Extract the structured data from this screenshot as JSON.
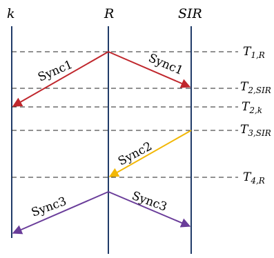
{
  "nodes": [
    {
      "id": "k",
      "label": "k"
    },
    {
      "id": "R",
      "label": "R"
    },
    {
      "id": "SIR",
      "label": "SIR"
    }
  ],
  "times": [
    {
      "id": "T1R",
      "base": "T",
      "sub": "1,R"
    },
    {
      "id": "T2SIR",
      "base": "T",
      "sub": "2,SIR"
    },
    {
      "id": "T2k",
      "base": "T",
      "sub": "2,k"
    },
    {
      "id": "T3SIR",
      "base": "T",
      "sub": "3,SIR"
    },
    {
      "id": "T4R",
      "base": "T",
      "sub": "4,R"
    }
  ],
  "messages": [
    {
      "id": "sync1-left",
      "label": "Sync1",
      "from": "R",
      "to": "k",
      "color": "#c0272d"
    },
    {
      "id": "sync1-right",
      "label": "Sync1",
      "from": "R",
      "to": "SIR",
      "color": "#c0272d"
    },
    {
      "id": "sync2",
      "label": "Sync2",
      "from": "SIR",
      "to": "R",
      "color": "#f2b705"
    },
    {
      "id": "sync3-left",
      "label": "Sync3",
      "from": "R",
      "to": "k",
      "color": "#6a3d9a"
    },
    {
      "id": "sync3-right",
      "label": "Sync3",
      "from": "R",
      "to": "SIR",
      "color": "#6a3d9a"
    }
  ]
}
